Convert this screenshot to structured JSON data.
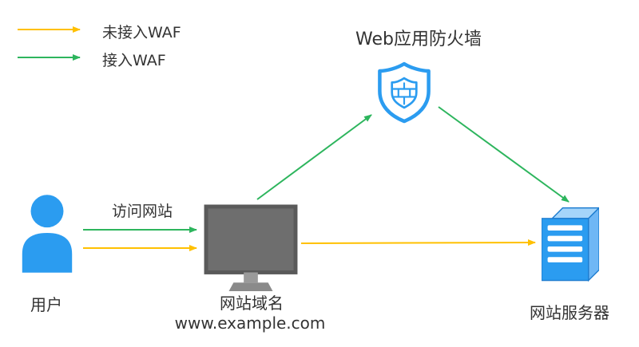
{
  "legend": {
    "items": [
      {
        "label": "未接入WAF",
        "icon": "yellow-arrow",
        "color": "#FFC000"
      },
      {
        "label": "接入WAF",
        "icon": "green-arrow",
        "color": "#2DB55D"
      }
    ]
  },
  "waf": {
    "title": "Web应用防火墙",
    "icon": "shield-icon"
  },
  "flow": {
    "visit_label": "访问网站"
  },
  "nodes": {
    "user": {
      "label": "用户",
      "icon": "user-icon"
    },
    "domain": {
      "label": "网站域名",
      "url": "www.example.com",
      "icon": "monitor-icon"
    },
    "server": {
      "label": "网站服务器",
      "icon": "server-icon"
    }
  },
  "colors": {
    "no_waf_arrow": "#FFC000",
    "waf_arrow": "#2DB55D",
    "blue": "#2B9CF0",
    "text": "#333333"
  }
}
